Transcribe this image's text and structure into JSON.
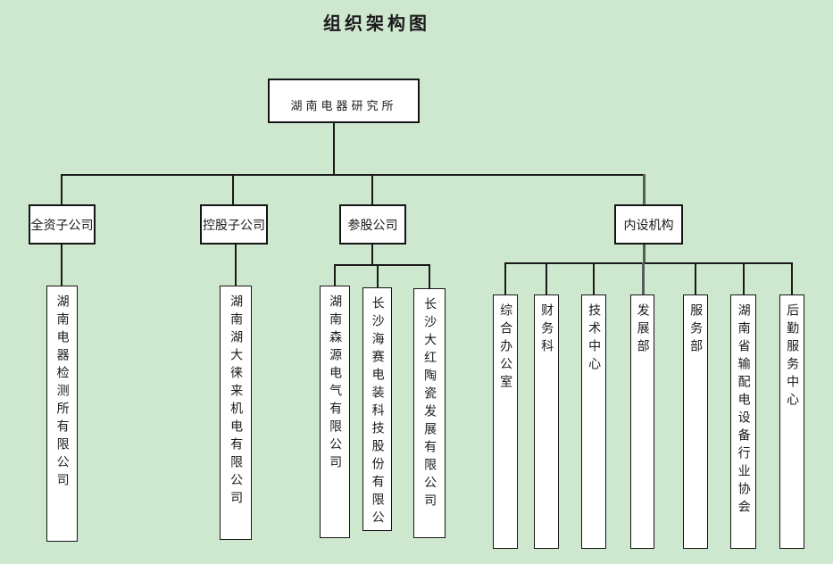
{
  "page": {
    "title": "组织架构图"
  },
  "colors": {
    "background": "#cee8d0",
    "box_fill": "#ffffff",
    "line": "#1a1a1a",
    "branch_line": "#545e56"
  },
  "org": {
    "root": {
      "label": "湖南电器研究所"
    },
    "level2": [
      {
        "label": "全资子公司"
      },
      {
        "label": "控股子公司"
      },
      {
        "label": "参股公司"
      },
      {
        "label": "内设机构"
      }
    ],
    "leaves": [
      {
        "label": "湖南电器检测所有限公司",
        "parent": "全资子公司"
      },
      {
        "label": "湖南湖大徕来机电有限公司",
        "parent": "控股子公司"
      },
      {
        "label": "湖南森源电气有限公司",
        "parent": "参股公司"
      },
      {
        "label": "长沙海赛电装科技股份有限公",
        "parent": "参股公司"
      },
      {
        "label": "长沙大红陶瓷发展有限公司",
        "parent": "参股公司"
      },
      {
        "label": "综合办公室",
        "parent": "内设机构"
      },
      {
        "label": "财务科",
        "parent": "内设机构"
      },
      {
        "label": "技术中心",
        "parent": "内设机构"
      },
      {
        "label": "发展部",
        "parent": "内设机构"
      },
      {
        "label": "服务部",
        "parent": "内设机构"
      },
      {
        "label": "湖南省输配电设备行业协会",
        "parent": "内设机构"
      },
      {
        "label": "后勤服务中心",
        "parent": "内设机构"
      }
    ]
  }
}
